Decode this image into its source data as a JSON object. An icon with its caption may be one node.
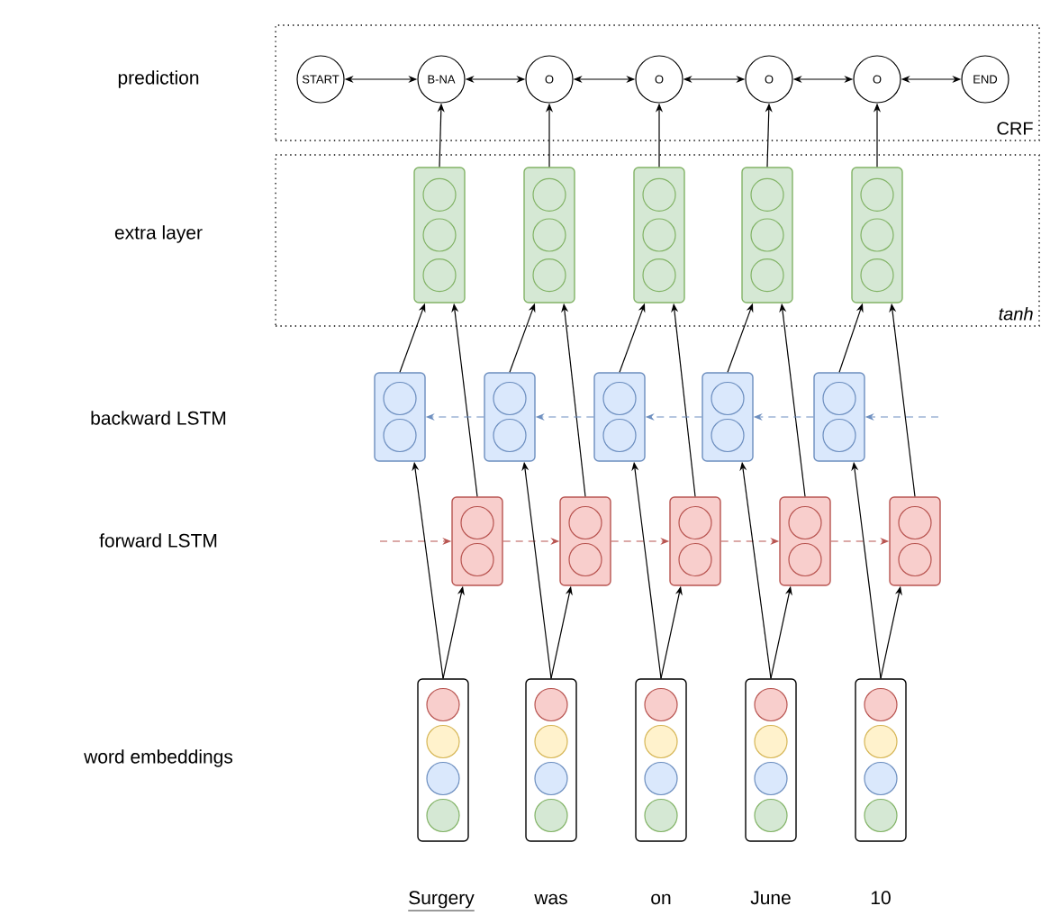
{
  "diagram": {
    "nodes": [
      {
        "text": [
          "CRF"
        ]
      },
      {
        "text": [
          "tanh"
        ]
      },
      {
        "text": [
          "START"
        ],
        "in": 0
      },
      {
        "text": [
          "B-NA"
        ],
        "in": 0
      },
      {
        "text": [
          "O"
        ],
        "in": 0
      },
      {
        "text": [
          "O"
        ],
        "in": 0
      },
      {
        "text": [
          "O"
        ],
        "in": 0
      },
      {
        "text": [
          "O"
        ],
        "in": 0
      },
      {
        "text": [
          "END"
        ],
        "in": 0
      },
      {
        "text": [],
        "shape": "box",
        "in": 1
      },
      {
        "text": [],
        "shape": "box",
        "in": 1
      },
      {
        "text": [],
        "shape": "box",
        "in": 1
      },
      {
        "text": [],
        "shape": "box",
        "in": 1
      },
      {
        "text": [],
        "shape": "box",
        "in": 1
      },
      {
        "text": [],
        "shape": "box"
      },
      {
        "text": [],
        "shape": "box"
      },
      {
        "text": [],
        "shape": "box"
      },
      {
        "text": [],
        "shape": "box"
      },
      {
        "text": [],
        "shape": "box"
      },
      {
        "text": [],
        "shape": "box"
      },
      {
        "text": [],
        "shape": "box"
      },
      {
        "text": [],
        "shape": "box"
      },
      {
        "text": [],
        "shape": "box"
      },
      {
        "text": [],
        "shape": "box"
      },
      {
        "text": [],
        "shape": "box"
      },
      {
        "text": [],
        "shape": "box"
      },
      {
        "text": [],
        "shape": "box"
      },
      {
        "text": [],
        "shape": "box"
      },
      {
        "text": [],
        "shape": "box"
      }
    ],
    "edges": [
      {
        "from": 2,
        "to": 3,
        "arrow": "both"
      },
      {
        "from": 3,
        "to": 4,
        "arrow": "both"
      },
      {
        "from": 4,
        "to": 5,
        "arrow": "both"
      },
      {
        "from": 5,
        "to": 6,
        "arrow": "both"
      },
      {
        "from": 6,
        "to": 7,
        "arrow": "both"
      },
      {
        "from": 7,
        "to": 8,
        "arrow": "both"
      },
      {
        "from": 9,
        "to": 3,
        "arrow": "to"
      },
      {
        "from": 10,
        "to": 4,
        "arrow": "to"
      },
      {
        "from": 11,
        "to": 5,
        "arrow": "to"
      },
      {
        "from": 12,
        "to": 6,
        "arrow": "to"
      },
      {
        "from": 13,
        "to": 7,
        "arrow": "to"
      },
      {
        "from": 14,
        "to": 9,
        "arrow": "to"
      },
      {
        "from": 19,
        "to": 9,
        "arrow": "to"
      },
      {
        "from": 15,
        "to": 10,
        "arrow": "to"
      },
      {
        "from": 20,
        "to": 10,
        "arrow": "to"
      },
      {
        "from": 16,
        "to": 11,
        "arrow": "to"
      },
      {
        "from": 21,
        "to": 11,
        "arrow": "to"
      },
      {
        "from": 17,
        "to": 12,
        "arrow": "to"
      },
      {
        "from": 22,
        "to": 12,
        "arrow": "to"
      },
      {
        "from": 18,
        "to": 13,
        "arrow": "to"
      },
      {
        "from": 23,
        "to": 13,
        "arrow": "to"
      },
      {
        "from": null,
        "to": 18,
        "arrow": "to",
        "style": "dashed",
        "color": "#6c8ebf"
      },
      {
        "from": 18,
        "to": 17,
        "arrow": "to",
        "style": "dashed",
        "color": "#6c8ebf"
      },
      {
        "from": 17,
        "to": 16,
        "arrow": "to",
        "style": "dashed",
        "color": "#6c8ebf"
      },
      {
        "from": 16,
        "to": 15,
        "arrow": "to",
        "style": "dashed",
        "color": "#6c8ebf"
      },
      {
        "from": 15,
        "to": 14,
        "arrow": "to",
        "style": "dashed",
        "color": "#6c8ebf"
      },
      {
        "from": null,
        "to": 19,
        "arrow": "to",
        "style": "dashed",
        "color": "#b85450"
      },
      {
        "from": 19,
        "to": 20,
        "arrow": "to",
        "style": "dashed",
        "color": "#b85450"
      },
      {
        "from": 20,
        "to": 21,
        "arrow": "to",
        "style": "dashed",
        "color": "#b85450"
      },
      {
        "from": 21,
        "to": 22,
        "arrow": "to",
        "style": "dashed",
        "color": "#b85450"
      },
      {
        "from": 22,
        "to": 23,
        "arrow": "to",
        "style": "dashed",
        "color": "#b85450"
      },
      {
        "from": 24,
        "to": 14,
        "arrow": "to"
      },
      {
        "from": 24,
        "to": 19,
        "arrow": "to"
      },
      {
        "from": 25,
        "to": 15,
        "arrow": "to"
      },
      {
        "from": 25,
        "to": 20,
        "arrow": "to"
      },
      {
        "from": 26,
        "to": 16,
        "arrow": "to"
      },
      {
        "from": 26,
        "to": 21,
        "arrow": "to"
      },
      {
        "from": 27,
        "to": 17,
        "arrow": "to"
      },
      {
        "from": 27,
        "to": 22,
        "arrow": "to"
      },
      {
        "from": 28,
        "to": 18,
        "arrow": "to"
      },
      {
        "from": 28,
        "to": 23,
        "arrow": "to"
      }
    ],
    "labels": [
      "prediction",
      "extra layer",
      "backward LSTM",
      "forward LSTM",
      "word embeddings",
      "Surgery",
      "was",
      "on",
      "June",
      "10"
    ]
  }
}
